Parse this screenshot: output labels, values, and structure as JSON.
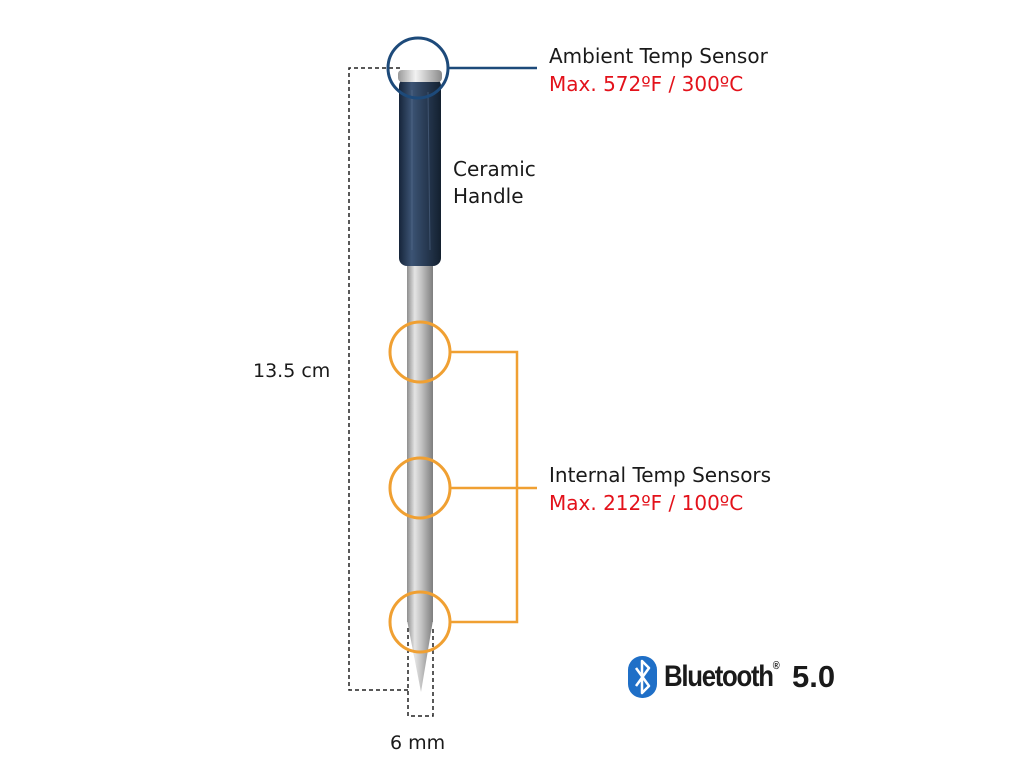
{
  "labels": {
    "ambient_title": "Ambient Temp Sensor",
    "ambient_max": "Max. 572ºF / 300ºC",
    "handle_line1": "Ceramic",
    "handle_line2": "Handle",
    "internal_title": "Internal Temp Sensors",
    "internal_max": "Max. 212ºF / 100ºC",
    "length": "13.5 cm",
    "diameter": "6 mm"
  },
  "bluetooth": {
    "word": "Bluetooth",
    "mark": "®",
    "version": "5.0",
    "icon": "bluetooth-icon"
  },
  "colors": {
    "ambient_ring": "#1d4a7a",
    "internal_rings": "#f0a032",
    "accent_red": "#e3121b",
    "handle": "#2b3d55",
    "bluetooth_blue": "#1f6fc7"
  }
}
